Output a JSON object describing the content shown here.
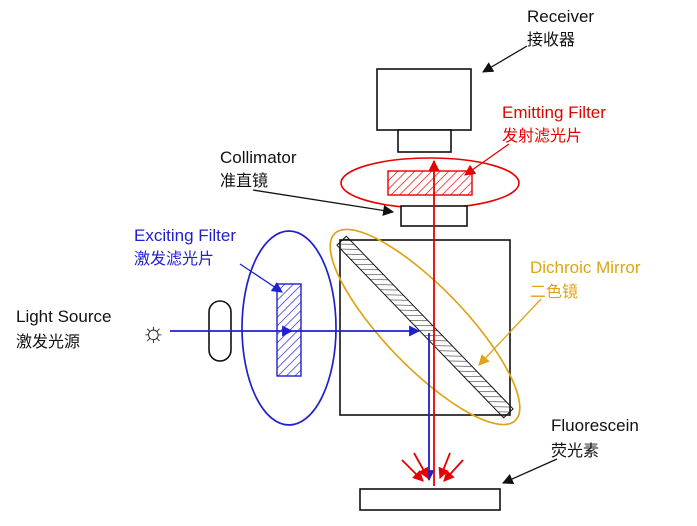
{
  "labels": {
    "receiver": {
      "en": "Receiver",
      "zh": "接收器"
    },
    "emitting_filter": {
      "en": "Emitting Filter",
      "zh": "发射滤光片"
    },
    "collimator": {
      "en": "Collimator",
      "zh": "准直镜"
    },
    "exciting_filter": {
      "en": "Exciting Filter",
      "zh": "激发滤光片"
    },
    "light_source": {
      "en": "Light Source",
      "zh": "激发光源"
    },
    "dichroic_mirror": {
      "en": "Dichroic Mirror",
      "zh": "二色镜"
    },
    "fluorescein": {
      "en": "Fluorescein",
      "zh": "荧光素"
    }
  },
  "icons": {
    "sun": "☼"
  },
  "colors": {
    "excitation_beam": "#2020cd",
    "emission_beam": "#e60000",
    "dichroic_accent": "#dfa317",
    "outline": "#111111",
    "background": "#ffffff"
  }
}
